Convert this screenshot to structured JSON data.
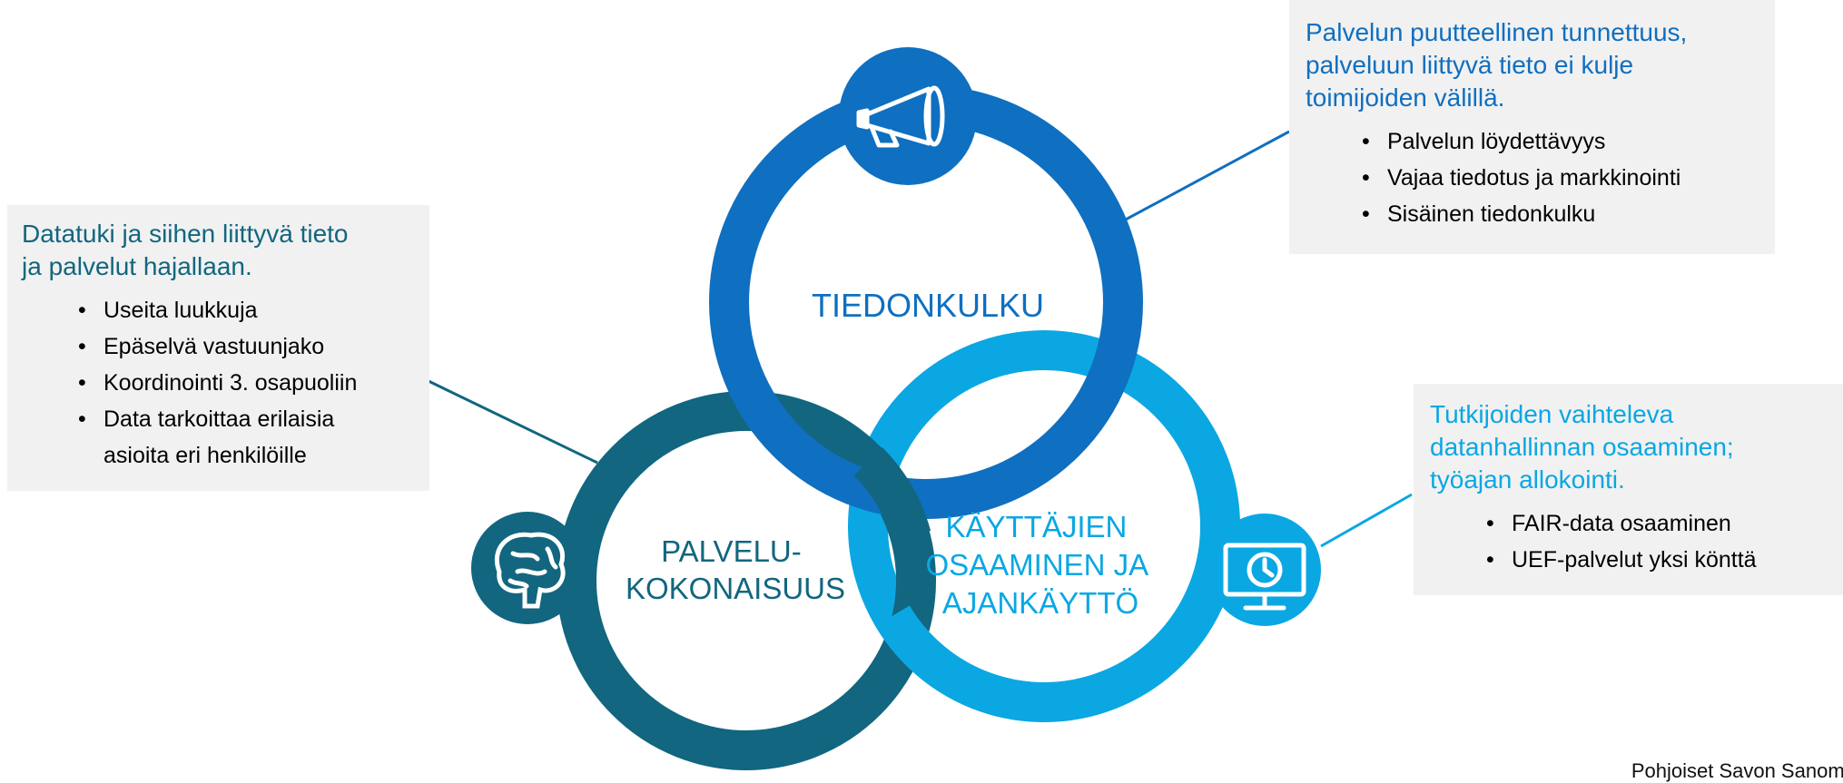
{
  "colors": {
    "tiedonkulku": "#0F6FC0",
    "palvelu": "#12667F",
    "kayttajat": "#0AA7E3",
    "callout_bg": "#F1F1F1",
    "icon_fill": "#ffffff"
  },
  "circles": {
    "tiedonkulku": {
      "label": "TIEDONKULKU",
      "icon": "megaphone-icon"
    },
    "palvelu": {
      "label_lines": [
        "PALVELU-",
        "KOKONAISUUS"
      ],
      "icon": "brain-icon"
    },
    "kayttajat": {
      "label_lines": [
        "KÄYTTÄJIEN",
        "OSAAMINEN JA",
        "AJANKÄYTTÖ"
      ],
      "icon": "monitor-clock-icon"
    }
  },
  "callouts": {
    "left": {
      "head_lines": [
        "Datatuki ja siihen liittyvä tieto",
        "ja palvelut hajallaan."
      ],
      "bullets": [
        "Useita luukkuja",
        "Epäselvä vastuunjako",
        "Koordinointi 3. osapuoliin",
        "Data tarkoittaa erilaisia asioita eri henkilöille"
      ]
    },
    "top_right": {
      "head_lines": [
        "Palvelun puutteellinen tunnettuus,",
        "palveluun liittyvä tieto ei kulje",
        "toimijoiden välillä."
      ],
      "bullets": [
        "Palvelun löydettävyys",
        "Vajaa tiedotus ja markkinointi",
        "Sisäinen tiedonkulku"
      ]
    },
    "bottom_right": {
      "head_lines": [
        "Tutkijoiden vaihteleva",
        "datanhallinnan osaaminen;",
        "työajan allokointi."
      ],
      "bullets": [
        "FAIR-data osaaminen",
        "UEF-palvelut yksi könttä"
      ]
    }
  },
  "footer": "Pohjoiset Savon Sanomat"
}
